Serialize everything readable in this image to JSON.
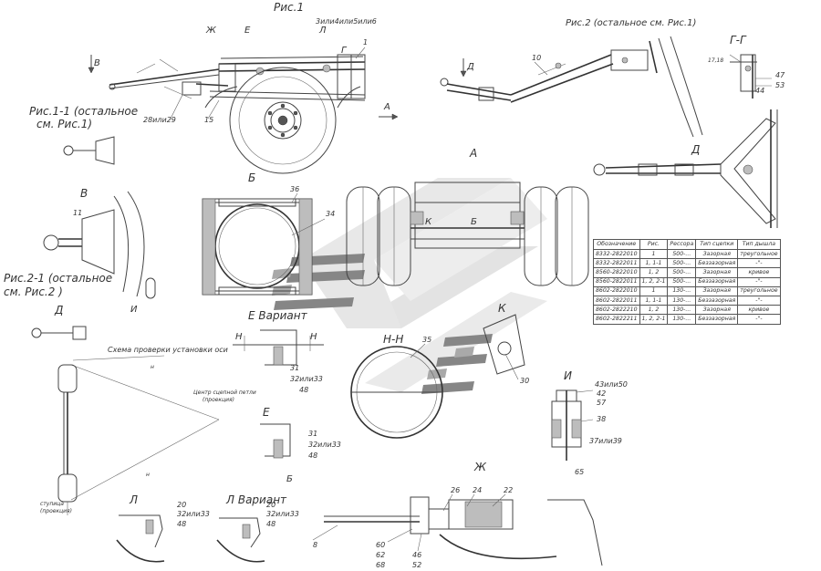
{
  "labels": {
    "fig1": "Рис.1",
    "fig2": "Рис.2 (остальное см. Рис.1)",
    "fig1_1_line1": "Рис.1-1 (остальное",
    "fig1_1_line2": "см. Рис.1)",
    "fig2_1_line1": "Рис.2-1 (остальное",
    "fig2_1_line2": "см. Рис.2 )",
    "scheme": "Схема проверки установки оси",
    "scheme_center": "Центр сцепной петли",
    "scheme_proj": "(проекция)",
    "scheme_hub_1": "ступица",
    "scheme_hub_2": "(проекция)",
    "view_a": "А",
    "view_b": "Б",
    "view_v": "В",
    "view_g": "Г-Г",
    "view_d_small": "Д",
    "view_d": "Д",
    "view_e_variant": "Е Вариант",
    "view_e": "Е",
    "view_zh": "Ж",
    "view_i": "И",
    "view_k": "К",
    "view_l": "Л",
    "view_l_variant": "Л Вариант",
    "view_n": "Н-Н",
    "mark_v": "В",
    "mark_d": "Д",
    "mark_a": "А",
    "mark_k": "К",
    "mark_b": "Б",
    "mark_b2": "Б",
    "mark_n_left": "Н",
    "mark_n_right": "Н",
    "mark_zh": "Ж",
    "mark_e": "Е",
    "mark_l": "Л",
    "mark_g": "Г",
    "mark_i": "И",
    "mark_h1": "н",
    "mark_h2": "н"
  },
  "callouts": {
    "c1": "1",
    "c8": "8",
    "c10": "10",
    "c11": "11",
    "c15": "15",
    "c20a": "20",
    "c20b": "20",
    "c22": "22",
    "c24": "24",
    "c26": "26",
    "c28or29": "28или29",
    "c30": "30",
    "c31a": "31",
    "c31b": "31",
    "c32or33a": "32или33",
    "c32or33b": "32или33",
    "c32or33c": "32или33",
    "c32or33d": "32или33",
    "c34": "34",
    "c35": "35",
    "c36": "36",
    "c37or39": "37или39",
    "c38": "38",
    "c3_4_5_6": "3или4или5или6",
    "c17_18": "17,18",
    "c42": "42",
    "c43or50": "43или50",
    "c44": "44",
    "c46": "46",
    "c47": "47",
    "c48a": "48",
    "c48b": "48",
    "c48c": "48",
    "c48d": "48",
    "c52": "52",
    "c53": "53",
    "c57": "57",
    "c60": "60",
    "c62": "62",
    "c65": "65",
    "c68": "68"
  },
  "table": {
    "headers": [
      "Обозначение",
      "Рис.",
      "Рессора",
      "Тип сцепки",
      "Тип дышла"
    ],
    "rows": [
      [
        "8332-2822010",
        "1",
        "500-...",
        "Зазорная",
        "треугольное"
      ],
      [
        "8332-2822011",
        "1, 1-1",
        "500-...",
        "Беззазорная",
        "-\"-"
      ],
      [
        "8560-2822010",
        "1, 2",
        "500-...",
        "Зазорная",
        "кривое"
      ],
      [
        "8560-2822011",
        "1, 2, 2-1",
        "500-...",
        "Беззазорная",
        "-\"-"
      ],
      [
        "8602-2822010",
        "1",
        "130-...",
        "Зазорная",
        "треугольное"
      ],
      [
        "8602-2822011",
        "1, 1-1",
        "130-...",
        "Беззазорная",
        "-\"-"
      ],
      [
        "8602-2822210",
        "1, 2",
        "130-...",
        "Зазорная",
        "кривое"
      ],
      [
        "8602-2822211",
        "1, 2, 2-1",
        "130-...",
        "Беззазорная",
        "-\"-"
      ]
    ]
  }
}
